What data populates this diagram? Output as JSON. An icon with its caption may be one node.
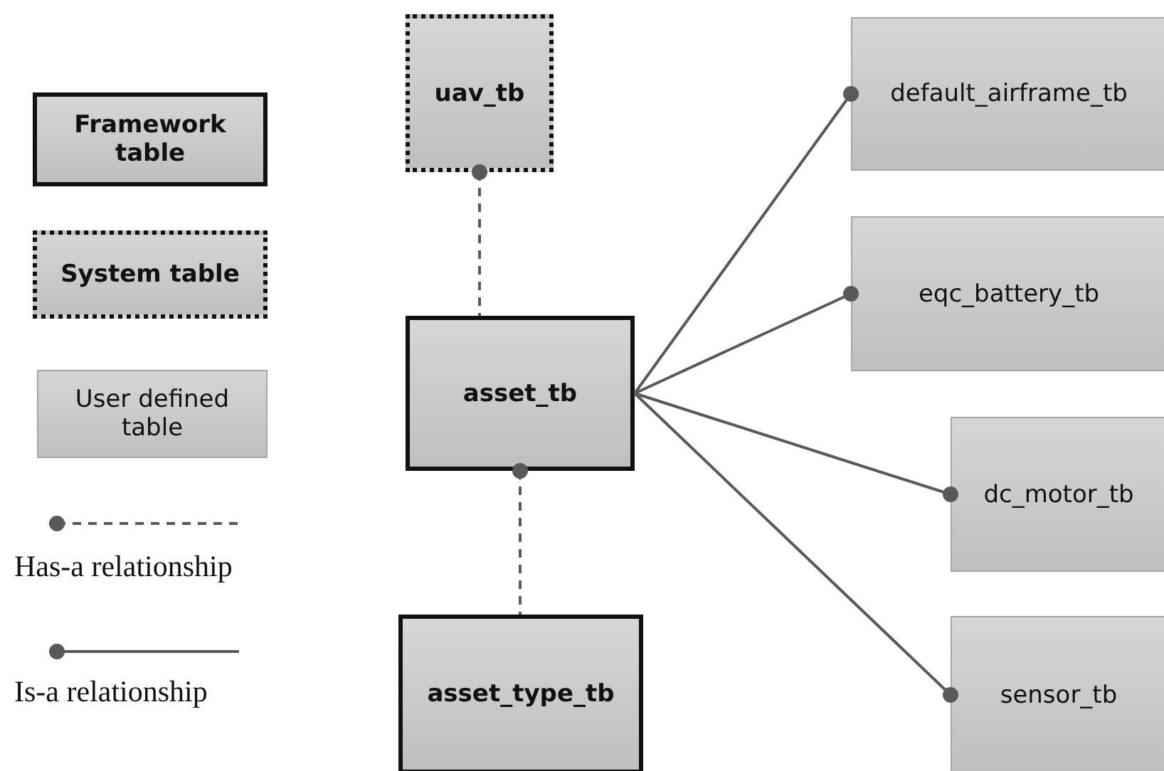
{
  "diagram": {
    "nodes": [
      {
        "text": [
          "uav_tb"
        ]
      },
      {
        "text": [
          "asset_tb"
        ]
      },
      {
        "text": [
          "asset_type_tb"
        ]
      },
      {
        "text": [
          "default_airframe_tb"
        ]
      },
      {
        "text": [
          "eqc_battery_tb"
        ]
      },
      {
        "text": [
          "dc_motor_tb"
        ]
      },
      {
        "text": [
          "sensor_tb"
        ]
      }
    ],
    "edges": [
      {
        "from": 0,
        "to": 1,
        "arrow": "other",
        "style": "dashed"
      },
      {
        "from": 1,
        "to": 2,
        "arrow": "other",
        "style": "dashed"
      },
      {
        "from": 3,
        "to": 1,
        "arrow": "other"
      },
      {
        "from": 4,
        "to": 1,
        "arrow": "other"
      },
      {
        "from": 5,
        "to": 1,
        "arrow": "other"
      },
      {
        "from": 6,
        "to": 1,
        "arrow": "other"
      }
    ],
    "legend": [
      {
        "text": "Framework table"
      },
      {
        "text": "System table"
      },
      {
        "text": "User defined table"
      },
      {
        "text": "Has-a relationship"
      },
      {
        "text": "Is-a relationship"
      }
    ]
  }
}
